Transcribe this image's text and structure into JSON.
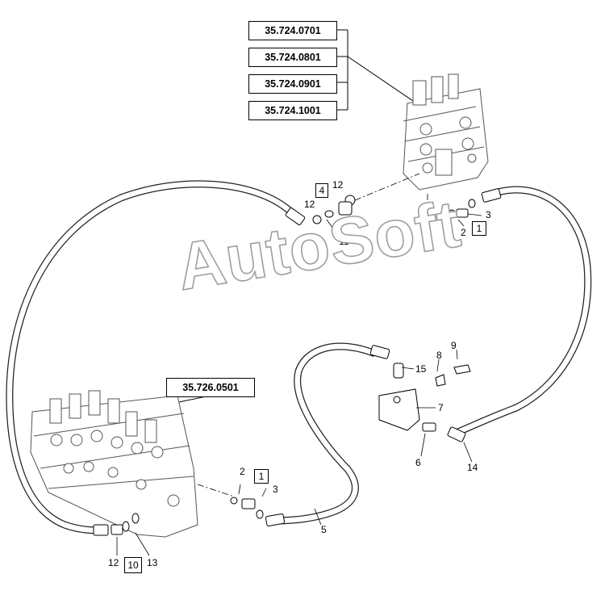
{
  "references": {
    "top": [
      "35.724.0701",
      "35.724.0801",
      "35.724.0901",
      "35.724.1001"
    ],
    "left": "35.726.0501"
  },
  "callouts": {
    "n12a": "12",
    "n12b": "12",
    "n11": "11",
    "n3a": "3",
    "n2a": "2",
    "n9": "9",
    "n8": "8",
    "n15": "15",
    "n7": "7",
    "n6": "6",
    "n14": "14",
    "n2b": "2",
    "n3b": "3",
    "n5": "5",
    "n12c": "12",
    "n13": "13"
  },
  "boxed_callouts": {
    "b4": "4",
    "b1a": "1",
    "b1b": "1",
    "b10": "10"
  },
  "watermark": "AutoSoft",
  "colors": {
    "line": "#000000",
    "hose": "#222222",
    "watermark_stroke": "#9a9a9a"
  }
}
